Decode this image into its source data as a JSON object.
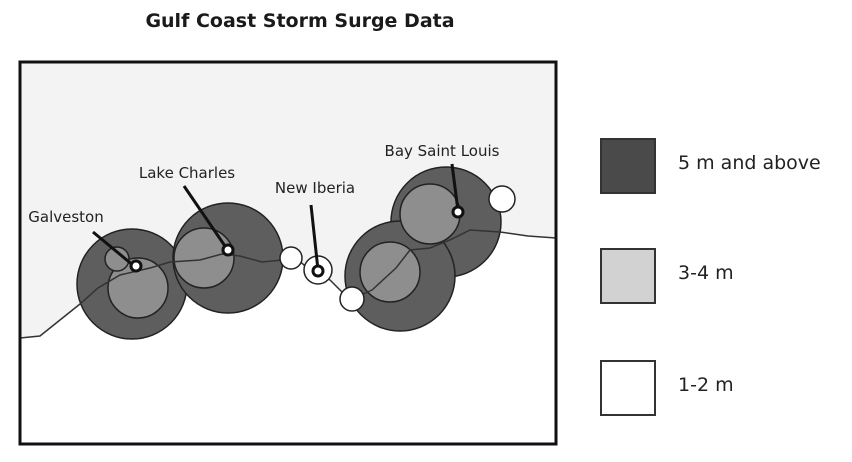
{
  "title": "Gulf Coast Storm Surge Data",
  "colors": {
    "land": "#f3f3f3",
    "water": "#ffffff",
    "surge_5m_above": "#5e5e5e",
    "surge_3_4m": "#8e8e8e",
    "surge_1_2m": "#ffffff",
    "legend_5m_above": "#4a4a4a",
    "legend_3_4m": "#d2d2d2",
    "legend_1_2m": "#ffffff"
  },
  "locations": [
    {
      "name": "Galveston"
    },
    {
      "name": "Lake Charles"
    },
    {
      "name": "New Iberia"
    },
    {
      "name": "Bay Saint Louis"
    }
  ],
  "legend": [
    {
      "label": "5 m and above",
      "color_key": "legend_5m_above"
    },
    {
      "label": "3-4 m",
      "color_key": "legend_3_4m"
    },
    {
      "label": "1-2 m",
      "color_key": "legend_1_2m"
    }
  ]
}
